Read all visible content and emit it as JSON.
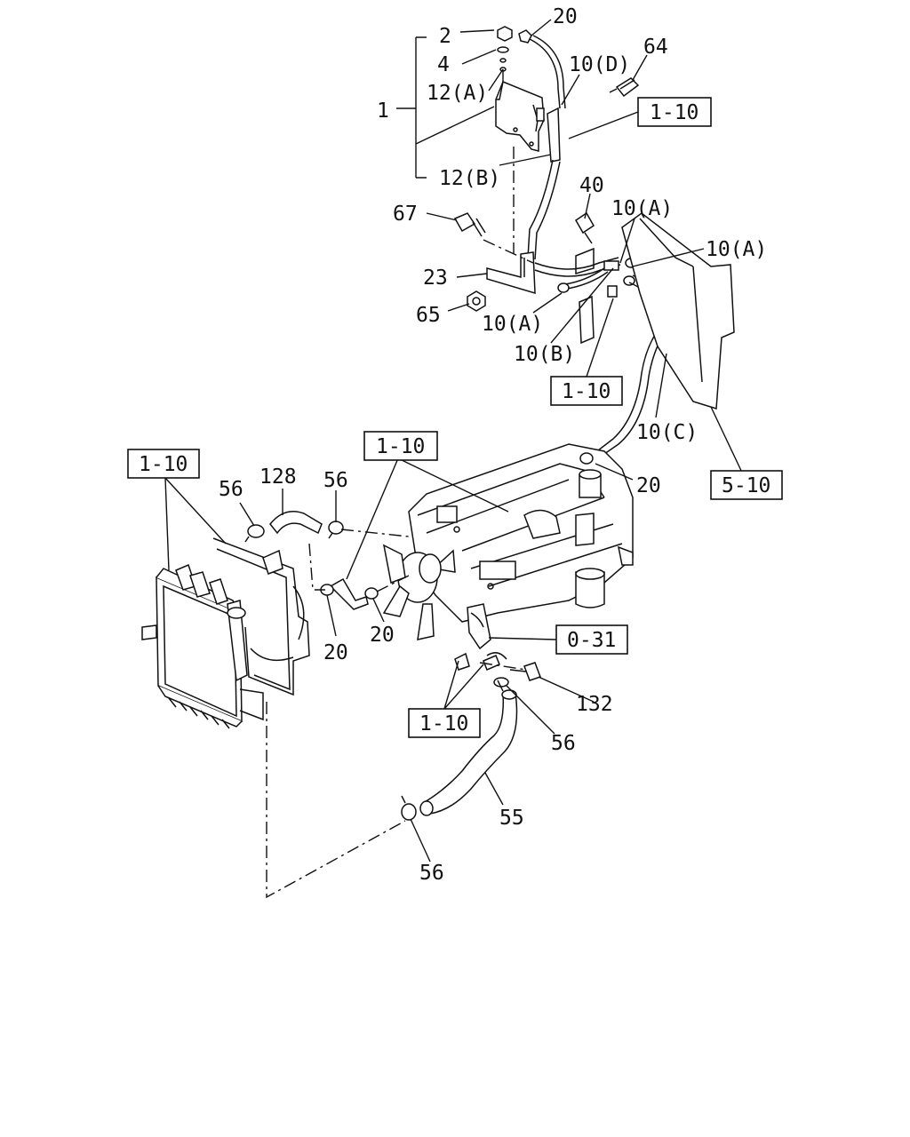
{
  "diagram": {
    "labels": {
      "p1": "1",
      "p2": "2",
      "p4": "4",
      "p12a": "12(A)",
      "p12b": "12(B)",
      "p20_top": "20",
      "p10d": "10(D)",
      "p64": "64",
      "p40": "40",
      "p67": "67",
      "p10a_1": "10(A)",
      "p10a_2": "10(A)",
      "p23": "23",
      "p65": "65",
      "p10a_3": "10(A)",
      "p10b": "10(B)",
      "p10c": "10(C)",
      "p20_mid": "20",
      "p56_a": "56",
      "p128": "128",
      "p56_b": "56",
      "p20_left": "20",
      "p20_center": "20",
      "p132": "132",
      "p56_c": "56",
      "p55": "55",
      "p56_d": "56"
    },
    "refs": {
      "r1": "1-10",
      "r2": "1-10",
      "r3": "1-10",
      "r4": "1-10",
      "r5": "1-10",
      "r6": "5-10",
      "r7": "0-31"
    }
  }
}
